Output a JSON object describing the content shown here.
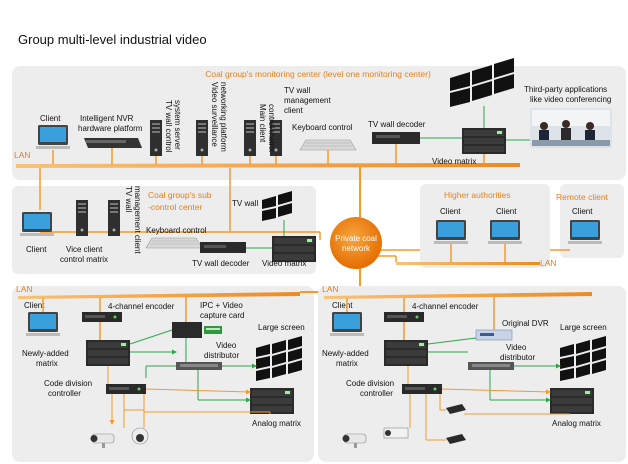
{
  "title": "Group multi-level industrial video",
  "colors": {
    "orange": "#f39a2e",
    "green": "#2aa84a",
    "panel": "#ededed",
    "device": "#2b2b2b",
    "accent": "#e8801a"
  },
  "top": {
    "header": "Coal group's monitoring center (level one monitoring center)",
    "lan": "LAN",
    "client": "Client",
    "nvr": [
      "Intelligent NVR",
      "hardware platform"
    ],
    "tv_control_server": [
      "TV wall control",
      "system server"
    ],
    "video_surveillance": [
      "Video surveillance",
      "networking platform"
    ],
    "main_client": [
      "Main client",
      "control matrix"
    ],
    "tv_mgmt_client": [
      "TV wall",
      "management",
      "client"
    ],
    "keyboard": "Keyboard control",
    "tv_decoder": "TV wall decoder",
    "video_matrix": "Video matrix",
    "third_party": [
      "Third-party applications",
      "like video conferencing"
    ]
  },
  "sub": {
    "header": [
      "Coal group's sub",
      "-control center"
    ],
    "client": "Client",
    "vice": [
      "Vice client",
      "control matrix"
    ],
    "tv_mgmt": [
      "TV wall",
      "management client"
    ],
    "tv_wall": "TV wall",
    "keyboard": "Keyboard control",
    "tv_decoder": "TV wall decoder",
    "video_matrix": "Video matrix"
  },
  "private_network": [
    "Private coal",
    "network"
  ],
  "higher": {
    "header": "Higher authorities",
    "client1": "Client",
    "client2": "Client",
    "lan": "LAN"
  },
  "remote": {
    "header": "Remote client",
    "client": "Client"
  },
  "left": {
    "lan": "LAN",
    "client": "Client",
    "encoder": "4-channel encoder",
    "ipc": [
      "IPC + Video",
      "capture card"
    ],
    "large_screen": "Large screen",
    "new_matrix": [
      "Newly-added",
      "matrix"
    ],
    "distributor": [
      "Video",
      "distributor"
    ],
    "cdc": [
      "Code division",
      "controller"
    ],
    "analog": "Analog matrix"
  },
  "right": {
    "lan": "LAN",
    "client": "Client",
    "encoder": "4-channel encoder",
    "dvr": "Original DVR",
    "large_screen": "Large screen",
    "new_matrix": [
      "Newly-added",
      "matrix"
    ],
    "distributor": [
      "Video",
      "distributor"
    ],
    "cdc": [
      "Code division",
      "controller"
    ],
    "analog": "Analog matrix"
  }
}
